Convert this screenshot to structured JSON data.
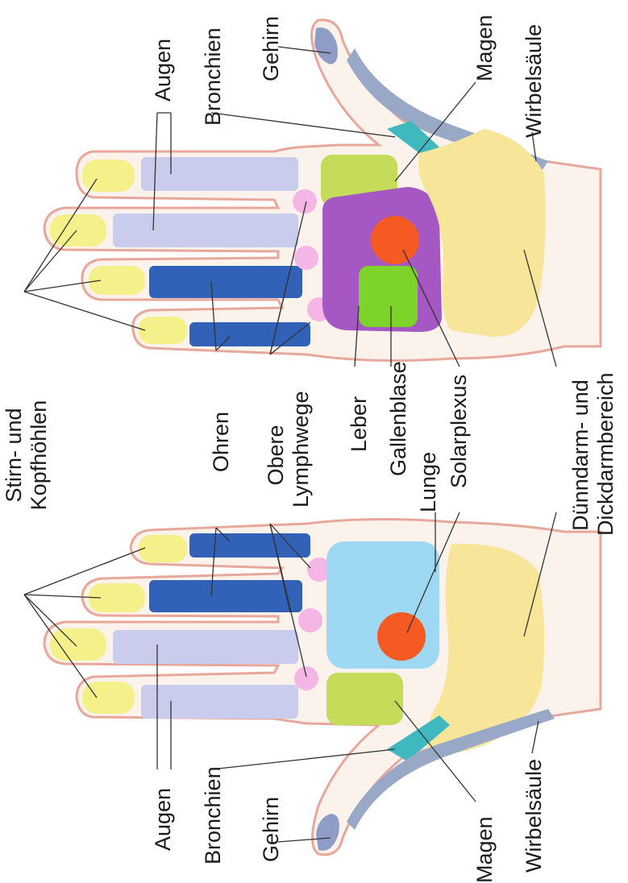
{
  "labels": {
    "stirn": "Stirn- und",
    "kopfhoehlen": "Kopfhöhlen",
    "ohren": "Ohren",
    "obere": "Obere",
    "lymphwege": "Lymphwege",
    "leber": "Leber",
    "gallenblase": "Gallenblase",
    "lunge": "Lunge",
    "solarplexus": "Solarplexus",
    "duenndarm": "Dünndarm- und",
    "dickdarm": "Dickdarmbereich",
    "augen_top": "Augen",
    "bronchien_top": "Bronchien",
    "gehirn_top": "Gehirn",
    "magen_top": "Magen",
    "wirbelsaeule_top": "Wirbelsäule",
    "augen_bottom": "Augen",
    "bronchien_bottom": "Bronchien",
    "gehirn_bottom": "Gehirn",
    "magen_bottom": "Magen",
    "wirbelsaeule_bottom": "Wirbelsäule"
  },
  "colors": {
    "skin": "#fbf2ec",
    "outline": "#e8a79b",
    "sinus": "#f4f08a",
    "eyes": "#c9ccec",
    "ears": "#3262b8",
    "lymph": "#f4b6e4",
    "brain": "#8f9cc6",
    "spine": "#9aa8c8",
    "bronchi": "#3fb9bd",
    "stomach": "#c4dc5a",
    "liver": "#a557c4",
    "gallbladder": "#7ed32b",
    "solar": "#f45a22",
    "lung": "#9fd8f2",
    "intestine": "#f7e59a"
  }
}
